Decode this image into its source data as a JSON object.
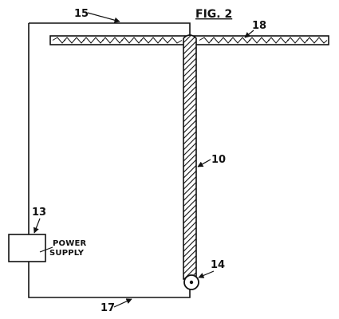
{
  "figure": {
    "title": "FIG. 2",
    "refs": {
      "r15": "15",
      "r18": "18",
      "r10": "10",
      "r13": "13",
      "r14": "14",
      "r17": "17"
    },
    "power_supply": {
      "line1": "POWER",
      "line2": "SUPPLY"
    }
  },
  "colors": {
    "ink": "#111111",
    "background": "#ffffff"
  }
}
